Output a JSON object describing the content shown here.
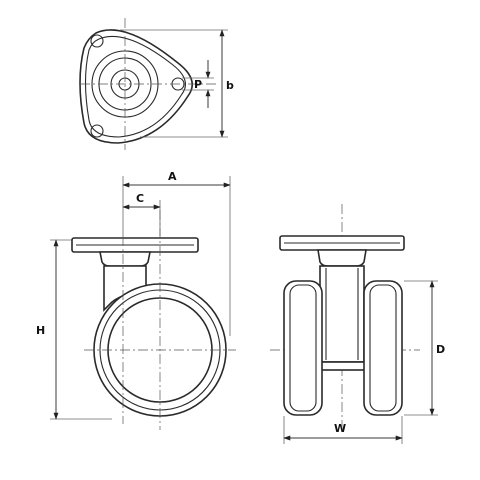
{
  "diagram": {
    "labels": {
      "p": "P",
      "b": "b",
      "a": "A",
      "c": "C",
      "h": "H",
      "d": "D",
      "w": "W"
    },
    "colors": {
      "line": "#2a2a2a",
      "background": "#ffffff"
    }
  }
}
